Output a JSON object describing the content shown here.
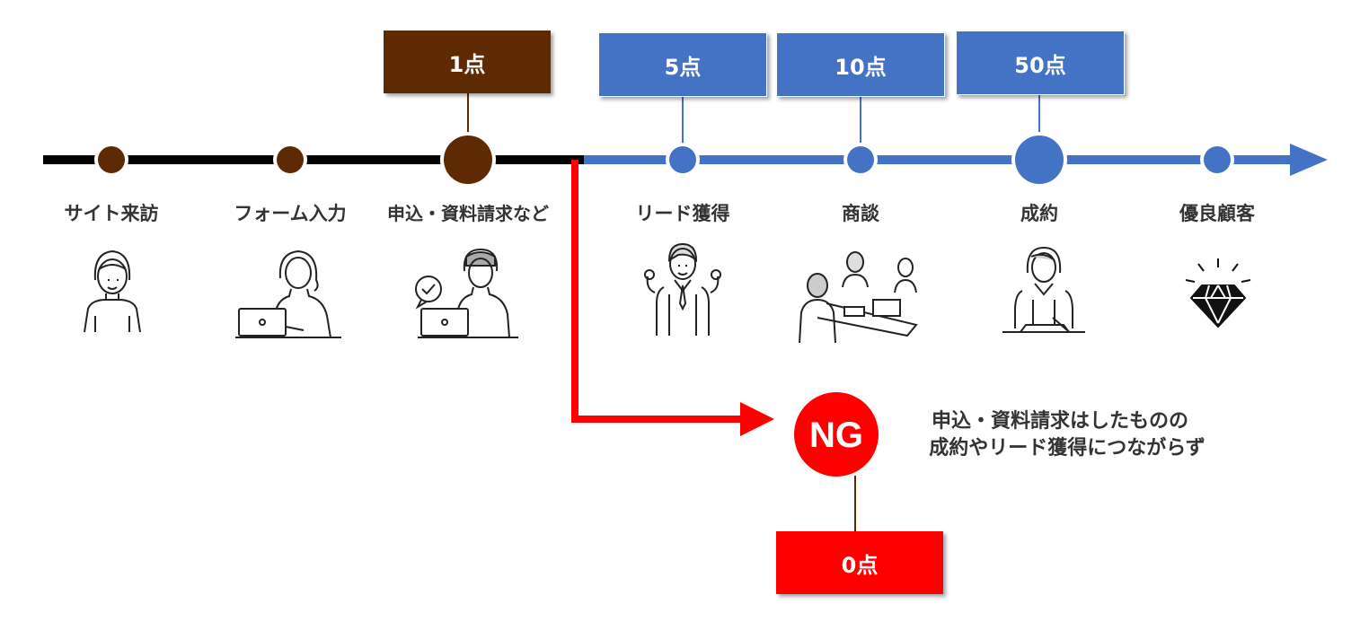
{
  "colors": {
    "brown": "#5e2a04",
    "blue": "#4472c4",
    "red": "#ff0000",
    "black": "#000000"
  },
  "scores": {
    "s1": "1点",
    "s5": "5点",
    "s10": "10点",
    "s50": "50点",
    "s0": "0点"
  },
  "stages": [
    {
      "label": "サイト来訪",
      "icon": "woman-icon"
    },
    {
      "label": "フォーム入力",
      "icon": "woman-laptop-icon"
    },
    {
      "label": "申込・資料請求など",
      "icon": "woman-laptop-check-icon"
    },
    {
      "label": "リード獲得",
      "icon": "businessman-icon"
    },
    {
      "label": "商談",
      "icon": "meeting-icon"
    },
    {
      "label": "成約",
      "icon": "businesswoman-signing-icon"
    },
    {
      "label": "優良顧客",
      "icon": "diamond-icon"
    }
  ],
  "ng": {
    "badge": "NG",
    "line1": "申込・資料請求はしたものの",
    "line2": "成約やリード獲得につながらず"
  }
}
